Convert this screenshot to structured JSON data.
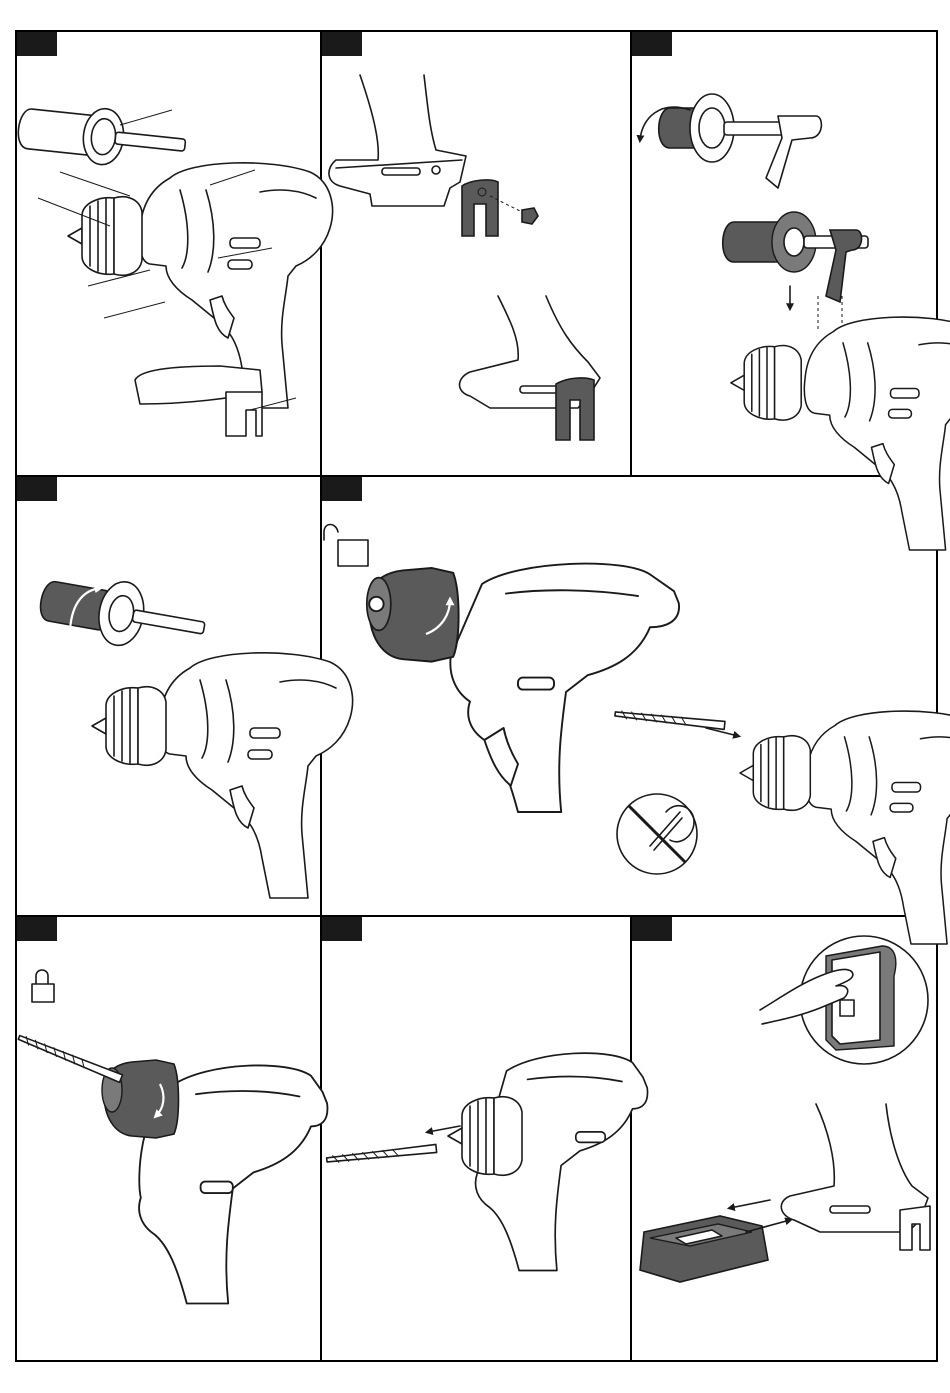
{
  "figures": [
    {
      "id": "fig-1"
    },
    {
      "id": "fig-2"
    },
    {
      "id": "fig-3"
    },
    {
      "id": "fig-4"
    },
    {
      "id": "fig-5"
    },
    {
      "id": "fig-6"
    },
    {
      "id": "fig-7"
    },
    {
      "id": "fig-8"
    }
  ],
  "colors": {
    "frame": "#000000",
    "line": "#1a1a1a",
    "part_dark": "#5a5a5a",
    "part_mid": "#7a7a7a",
    "background": "#ffffff"
  },
  "icons": [
    "unlocked-padlock-icon",
    "locked-padlock-icon",
    "prohibited-icon",
    "rotate-arrow-icon",
    "straight-arrow-icon"
  ]
}
